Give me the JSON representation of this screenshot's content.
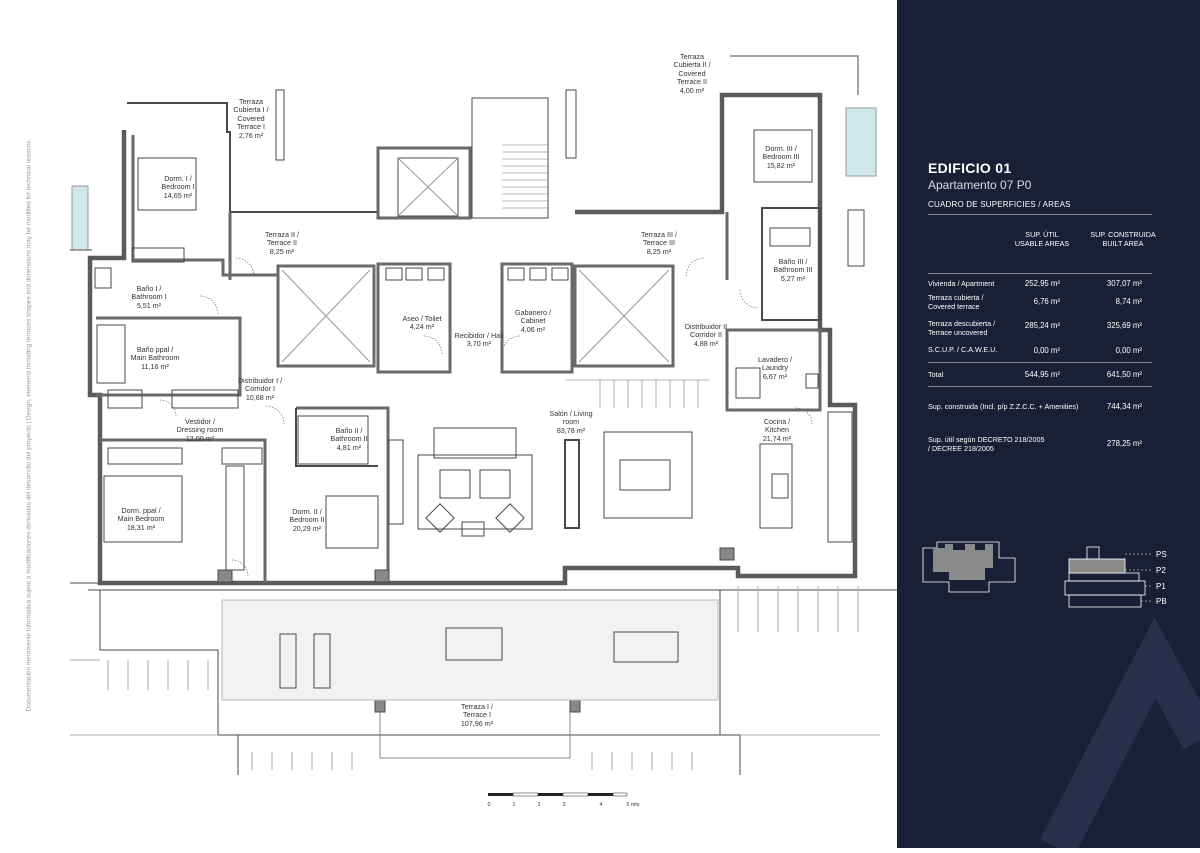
{
  "disclaimer": "Documentación meramente informativa sujeta a modificaciones derivadas del desarrollo del proyecto | Design, elements including terraces shapes and dimensions may be modified for technical reasons.",
  "rooms": {
    "terraza_cubierta_i": "Terraza\nCubierta I /\nCovered\nTerrace I\n2,76 m²",
    "terraza_cubierta_ii": "Terraza\nCubierta II /\nCovered\nTerrace II\n4,00 m²",
    "dorm_i": "Dorm. I /\nBedroom I\n14,65 m²",
    "dorm_iii": "Dorm. III /\nBedroom III\n15,82 m²",
    "terraza_ii": "Terraza II /\nTerrace II\n8,25 m²",
    "terraza_iii": "Terraza III /\nTerrace III\n8,25 m²",
    "bano_i": "Baño I /\nBathroom I\n5,51 m²",
    "bano_iii": "Baño III /\nBathroom III\n5,27 m²",
    "aseo": "Aseo / Toilet\n4,24 m²",
    "gabanero": "Gabanero /\nCabinet\n4,06 m²",
    "recibidor": "Recibidor / Hall\n3,70 m²",
    "distribuidor_ii": "Distribuidor II\nCorridor II\n4,88 m²",
    "bano_ppal": "Baño ppal /\nMain Bathroom\n11,16 m²",
    "distribuidor_i": "Distribuidor I /\nCorridor I\n10,68 m²",
    "lavadero": "Lavadero /\nLaundry\n6,67 m²",
    "vestidor": "Vestidor /\nDressing room\n12,00 m²",
    "bano_ii": "Baño II /\nBathroom II\n4,81 m²",
    "salon": "Salón / Living\nroom\n83,78 m²",
    "cocina": "Cocina /\nKitchen\n21,74 m²",
    "dorm_ppal": "Dorm. ppal /\nMain Bedroom\n18,31 m²",
    "dorm_ii": "Dorm. II /\nBedroom II\n20,29 m²",
    "terraza_i": "Terraza I /\nTerrace I\n107,96 m²"
  },
  "scale": {
    "ticks": [
      "0",
      "1",
      "2",
      "3",
      "4",
      "5 mts"
    ]
  },
  "panel": {
    "title": "EDIFICIO 01",
    "subtitle": "Apartamento 07 P0",
    "caption": "CUADRO DE SUPERFICIES / AREAS",
    "col_usable": "SUP. ÚTIL\nUSABLE AREAS",
    "col_built": "SUP. CONSTRUIDA\nBUILT AREA",
    "rows": [
      {
        "label": "Vivienda / Apartment",
        "usable": "252,95 m²",
        "built": "307,07 m²"
      },
      {
        "label": "Terraza cubierta /\nCovered terrace",
        "usable": "6,76 m²",
        "built": "8,74 m²"
      },
      {
        "label": "Terraza descubierta /\nTerrace uncovered",
        "usable": "285,24 m²",
        "built": "325,69 m²"
      },
      {
        "label": "S.C.U.P. / C.A.W.E.U.",
        "usable": "0,00 m²",
        "built": "0,00 m²"
      }
    ],
    "total": {
      "label": "Total",
      "usable": "544,95 m²",
      "built": "641,50 m²"
    },
    "sup_construida": {
      "label": "Sup. construida (Incl. p/p Z.Z.C.C. + Amenities)",
      "value": "744,34 m²"
    },
    "sup_util": {
      "label": "Sup. útil según DECRETO 218/2005\n/ DECREE 218/2005",
      "value": "278,25 m²"
    },
    "levels": [
      "PS",
      "P2",
      "P1",
      "PB"
    ],
    "colors": {
      "background": "#1b1f36",
      "text": "#ffffff",
      "highlight": "#8a8a8a"
    }
  }
}
